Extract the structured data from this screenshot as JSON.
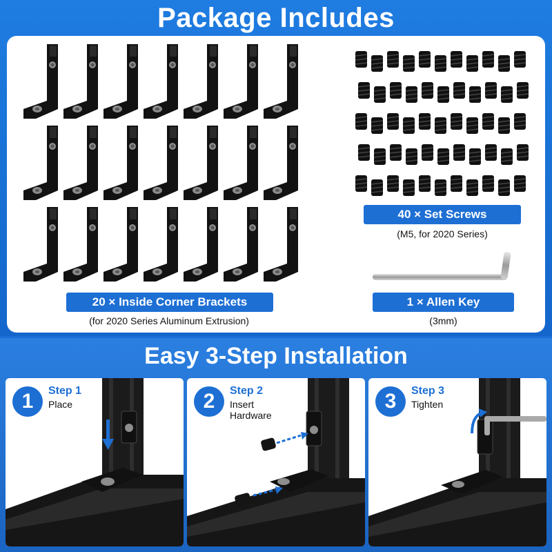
{
  "header": {
    "title": "Package Includes"
  },
  "items": {
    "brackets": {
      "label": "20 × Inside Corner Brackets",
      "note": "(for 2020 Series Aluminum Extrusion)"
    },
    "screws": {
      "label": "40 × Set Screws",
      "note": "(M5, for 2020 Series)"
    },
    "allen_key": {
      "label": "1 × Allen Key",
      "note": "(3mm)"
    }
  },
  "installation": {
    "title": "Easy 3-Step Installation",
    "steps": [
      {
        "number": "1",
        "name": "Step 1",
        "desc": "Place"
      },
      {
        "number": "2",
        "name": "Step 2",
        "desc": "Insert Hardware"
      },
      {
        "number": "3",
        "name": "Step 3",
        "desc": "Tighten"
      }
    ]
  },
  "colors": {
    "accent": "#1d6fd4",
    "background": "#1a6fd6",
    "card": "#ffffff",
    "product": "#111111"
  }
}
